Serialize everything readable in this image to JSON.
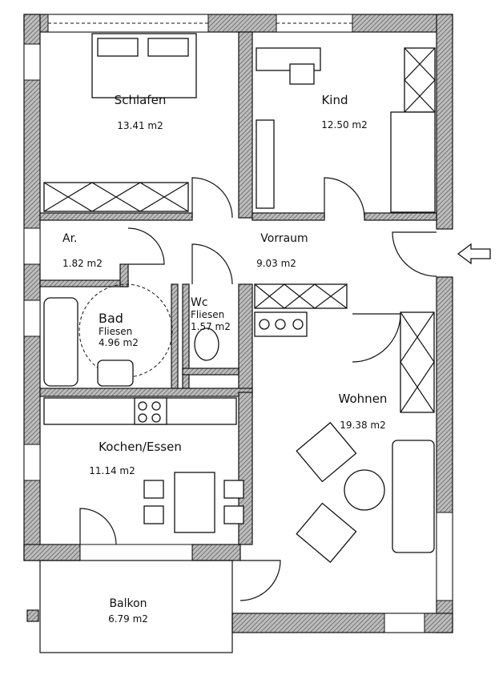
{
  "rooms": {
    "schlafen": {
      "name": "Schlafen",
      "area": "13.41 m2"
    },
    "kind": {
      "name": "Kind",
      "area": "12.50 m2"
    },
    "abstell": {
      "name": "Ar.",
      "area": "1.82 m2"
    },
    "vorraum": {
      "name": "Vorraum",
      "area": "9.03 m2"
    },
    "bad": {
      "name": "Bad",
      "floor": "Fliesen",
      "area": "4.96 m2"
    },
    "wc": {
      "name": "Wc",
      "floor": "Fliesen",
      "area": "1.57 m2"
    },
    "wohnen": {
      "name": "Wohnen",
      "area": "19.38 m2"
    },
    "kochen": {
      "name": "Kochen/Essen",
      "area": "11.14 m2"
    },
    "balkon": {
      "name": "Balkon",
      "area": "6.79 m2"
    }
  },
  "entrance": {
    "icon": "arrow-left-icon"
  }
}
